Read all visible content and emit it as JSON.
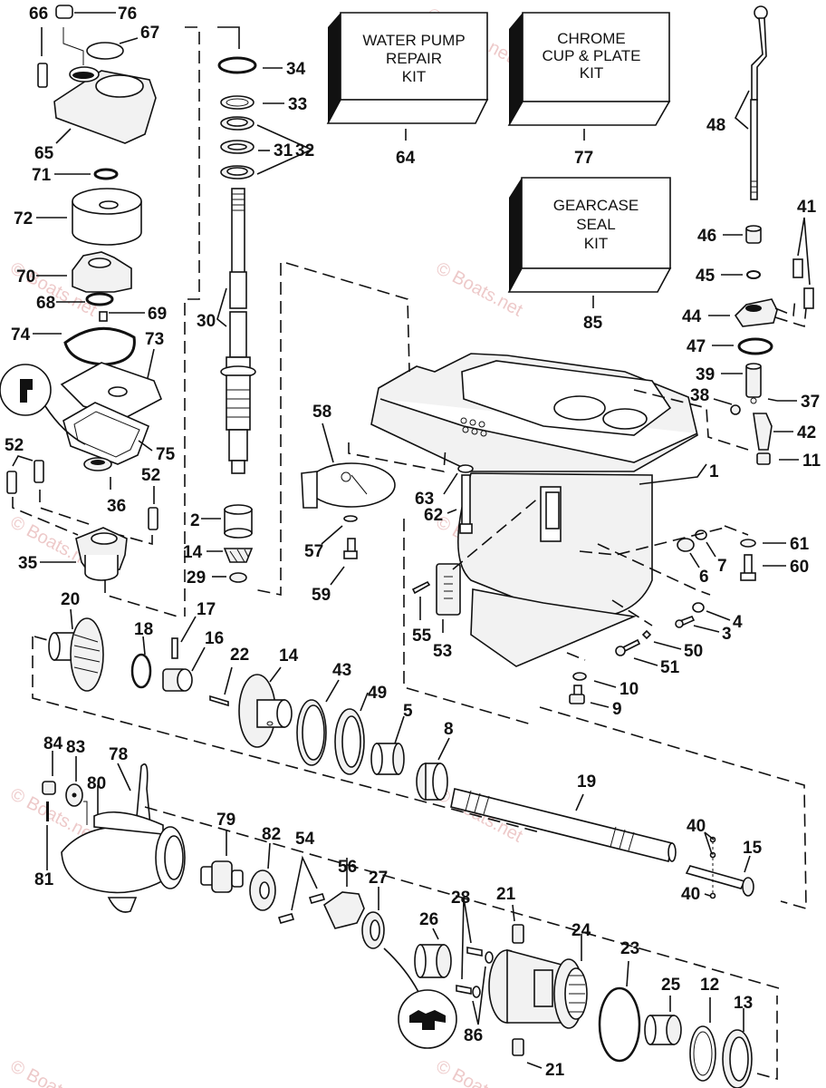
{
  "diagram": {
    "title": "Gearcase exploded parts diagram",
    "watermark": "© Boats.net",
    "kits": [
      {
        "id": "64",
        "lines": [
          "WATER PUMP",
          "REPAIR",
          "KIT"
        ]
      },
      {
        "id": "77",
        "lines": [
          "CHROME",
          "CUP & PLATE",
          "KIT"
        ]
      },
      {
        "id": "85",
        "lines": [
          "GEARCASE",
          "SEAL",
          "KIT"
        ]
      }
    ],
    "callouts": {
      "c1": "1",
      "c2": "2",
      "c3": "3",
      "c4": "4",
      "c5": "5",
      "c6": "6",
      "c7": "7",
      "c8": "8",
      "c9": "9",
      "c10": "10",
      "c11": "11",
      "c12": "12",
      "c13": "13",
      "c14a": "14",
      "c14b": "14",
      "c15": "15",
      "c16": "16",
      "c17": "17",
      "c18": "18",
      "c19": "19",
      "c20": "20",
      "c21a": "21",
      "c21b": "21",
      "c22": "22",
      "c23": "23",
      "c24": "24",
      "c25": "25",
      "c26": "26",
      "c27": "27",
      "c28": "28",
      "c29": "29",
      "c30": "30",
      "c31": "31",
      "c32": "32",
      "c33": "33",
      "c34": "34",
      "c35": "35",
      "c36": "36",
      "c37": "37",
      "c38": "38",
      "c39": "39",
      "c40a": "40",
      "c40b": "40",
      "c41": "41",
      "c42": "42",
      "c43": "43",
      "c44": "44",
      "c45": "45",
      "c46": "46",
      "c47": "47",
      "c48": "48",
      "c49": "49",
      "c50": "50",
      "c51": "51",
      "c52a": "52",
      "c52b": "52",
      "c53": "53",
      "c54": "54",
      "c55": "55",
      "c56": "56",
      "c57": "57",
      "c58": "58",
      "c59": "59",
      "c60": "60",
      "c61": "61",
      "c62": "62",
      "c63": "63",
      "c64": "64",
      "c65": "65",
      "c66": "66",
      "c67": "67",
      "c68": "68",
      "c69": "69",
      "c70": "70",
      "c71": "71",
      "c72": "72",
      "c73": "73",
      "c74": "74",
      "c75": "75",
      "c76": "76",
      "c77": "77",
      "c78": "78",
      "c79": "79",
      "c80": "80",
      "c81": "81",
      "c82": "82",
      "c83": "83",
      "c84": "84",
      "c85": "85",
      "c86": "86"
    }
  }
}
